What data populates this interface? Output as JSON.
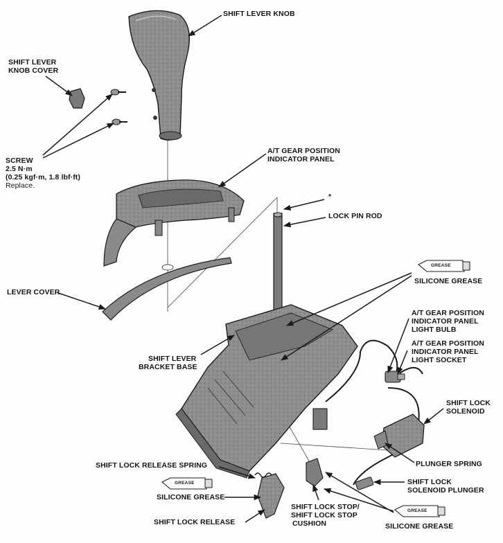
{
  "labels": {
    "shift_lever_knob": "SHIFT LEVER KNOB",
    "shift_lever_knob_cover_1": "SHIFT LEVER",
    "shift_lever_knob_cover_2": "KNOB COVER",
    "screw_1": "SCREW",
    "screw_2": "2.5 N·m",
    "screw_3": "(0.25 kgf·m, 1.8 lbf·ft)",
    "screw_4": "Replace.",
    "indicator_panel_1": "A/T GEAR POSITION",
    "indicator_panel_2": "INDICATOR PANEL",
    "asterisk": "*",
    "lock_pin_rod": "LOCK PIN ROD",
    "lever_cover": "LEVER COVER",
    "silicone_grease_top": "SILICONE GREASE",
    "light_bulb_1": "A/T GEAR POSITION",
    "light_bulb_2": "INDICATOR PANEL",
    "light_bulb_3": "LIGHT BULB",
    "light_socket_1": "A/T GEAR POSITION",
    "light_socket_2": "INDICATOR PANEL",
    "light_socket_3": "LIGHT SOCKET",
    "bracket_base_1": "SHIFT LEVER",
    "bracket_base_2": "BRACKET BASE",
    "solenoid_1": "SHIFT LOCK",
    "solenoid_2": "SOLENOID",
    "plunger_spring": "PLUNGER SPRING",
    "solenoid_plunger_1": "SHIFT LOCK",
    "solenoid_plunger_2": "SOLENOID PLUNGER",
    "release_spring": "SHIFT LOCK RELEASE SPRING",
    "silicone_grease_left": "SILICONE GREASE",
    "shift_lock_release": "SHIFT LOCK RELEASE",
    "lock_stop_1": "SHIFT LOCK STOP/",
    "lock_stop_2": "SHIFT LOCK STOP",
    "lock_stop_3": "CUSHION",
    "silicone_grease_bottom": "SILICONE GREASE"
  },
  "grease_tubes": {
    "text": "GREASE"
  },
  "colors": {
    "line": "#1a1a1a",
    "part_fill": "#8c8c8c",
    "part_dark": "#5a5a5a",
    "part_light": "#b8b8b8"
  }
}
